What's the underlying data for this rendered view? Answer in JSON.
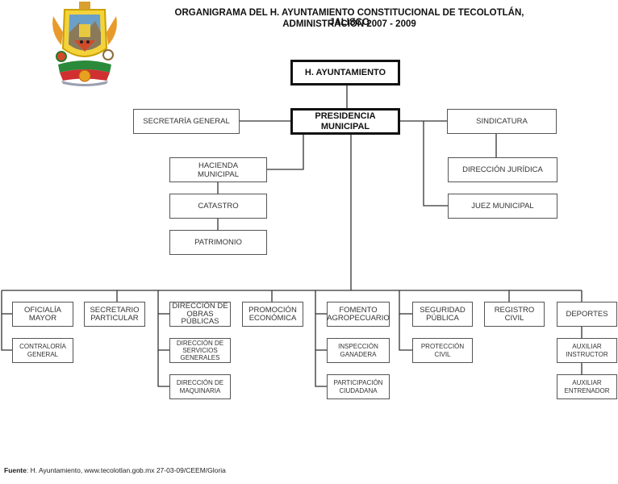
{
  "header": {
    "title_line1": "ORGANIGRAMA DEL H. AYUNTAMIENTO CONSTITUCIONAL DE TECOLOTLÁN, JALISCO",
    "title_line2": "ADMINISTRACIÓN 2007 - 2009",
    "logo": "coat-of-arms-tecolotlan"
  },
  "top": {
    "ayuntamiento": "H. AYUNTAMIENTO",
    "presidencia": "PRESIDENCIA\nMUNICIPAL",
    "secretaria_general": "SECRETARÍA GENERAL",
    "sindicatura": "SINDICATURA",
    "direccion_juridica": "DIRECCIÓN JURÍDICA",
    "juez_municipal": "JUEZ MUNICIPAL",
    "hacienda": "HACIENDA\nMUNICIPAL",
    "catastro": "CATASTRO",
    "patrimonio": "PATRIMONIO"
  },
  "departments": [
    {
      "label": "OFICIALÍA\nMAYOR",
      "children": [
        "CONTRALORÍA\nGENERAL"
      ]
    },
    {
      "label": "SECRETARIO\nPARTICULAR",
      "children": []
    },
    {
      "label": "DIRECCIÓN DE\nOBRAS\nPÚBLICAS",
      "children": [
        "DIRECCIÓN DE\nSERVICIOS\nGENERALES",
        "DIRECCIÓN DE\nMAQUINARIA"
      ]
    },
    {
      "label": "PROMOCIÓN\nECONÓMICA",
      "children": []
    },
    {
      "label": "FOMENTO\nAGROPECUARIO",
      "children": [
        "INSPECCIÓN\nGANADERA",
        "PARTICIPACIÓN\nCIUDADANA"
      ]
    },
    {
      "label": "SEGURIDAD\nPÚBLICA",
      "children": [
        "PROTECCIÓN\nCIVIL"
      ]
    },
    {
      "label": "REGISTRO\nCIVIL",
      "children": []
    },
    {
      "label": "DEPORTES",
      "children": [
        "AUXILIAR\nINSTRUCTOR",
        "AUXILIAR\nENTRENADOR"
      ]
    }
  ],
  "footer": {
    "label": "Fuente",
    "text": ": H. Ayuntamiento, www.tecolotlan.gob.mx 27-03-09/CEEM/Gloria"
  }
}
